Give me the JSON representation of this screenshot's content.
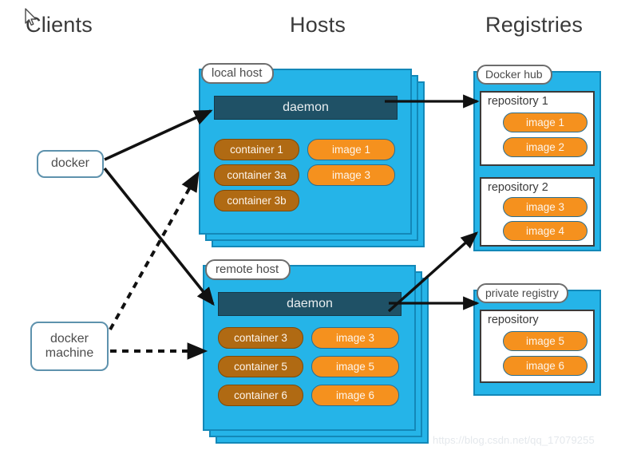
{
  "headings": {
    "clients": "Clients",
    "hosts": "Hosts",
    "registries": "Registries"
  },
  "clients": [
    {
      "id": "docker",
      "label": "docker"
    },
    {
      "id": "docker-machine",
      "line1": "docker",
      "line2": "machine"
    }
  ],
  "hosts": [
    {
      "id": "local-host",
      "label": "local host",
      "daemon": "daemon",
      "containers": [
        "container 1",
        "container 3a",
        "container 3b"
      ],
      "images": [
        "image 1",
        "image 3"
      ]
    },
    {
      "id": "remote-host",
      "label": "remote host",
      "daemon": "daemon",
      "containers": [
        "container 3",
        "container 5",
        "container 6"
      ],
      "images": [
        "image 3",
        "image 5",
        "image 6"
      ]
    }
  ],
  "registries": [
    {
      "id": "docker-hub",
      "label": "Docker hub",
      "repositories": [
        {
          "title": "repository 1",
          "images": [
            "image 1",
            "image 2"
          ]
        },
        {
          "title": "repository 2",
          "images": [
            "image 3",
            "image 4"
          ]
        }
      ]
    },
    {
      "id": "private-registry",
      "label": "private registry",
      "repositories": [
        {
          "title": "repository",
          "images": [
            "image 5",
            "image 6"
          ]
        }
      ]
    }
  ],
  "connectors": [
    {
      "name": "docker-to-local-daemon",
      "style": "solid"
    },
    {
      "name": "docker-to-remote-daemon",
      "style": "solid"
    },
    {
      "name": "docker-machine-to-local-host",
      "style": "dashed"
    },
    {
      "name": "docker-machine-to-remote-host",
      "style": "dashed"
    },
    {
      "name": "local-daemon-to-repository-1",
      "style": "solid"
    },
    {
      "name": "remote-daemon-to-repository-2",
      "style": "solid"
    },
    {
      "name": "remote-daemon-to-private-registry",
      "style": "solid"
    }
  ],
  "watermark": "https://blog.csdn.net/qq_17079255",
  "colors": {
    "host_fill": "#25b4e8",
    "host_border": "#1388b8",
    "daemon_fill": "#1f5166",
    "container_fill": "#b06a13",
    "image_fill": "#f5911e",
    "client_border": "#5e92ad",
    "label_border": "#6d6d6d",
    "connector": "#111111",
    "heading_text": "#3a3a3a"
  }
}
